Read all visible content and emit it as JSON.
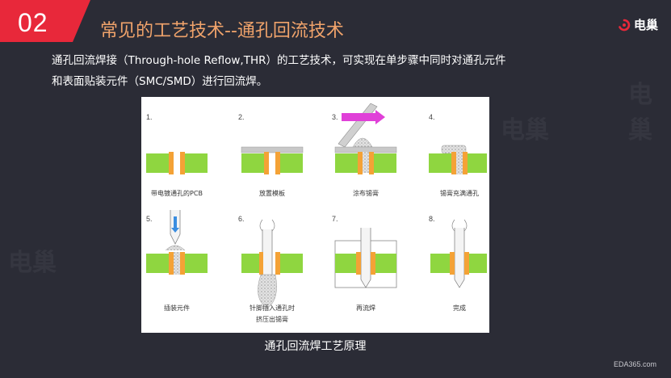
{
  "badge": {
    "number": "02",
    "color": "#e8283a"
  },
  "header": {
    "title": "常见的工艺技术--通孔回流技术",
    "title_color": "#f0a36b"
  },
  "brand": {
    "name": "电巢",
    "icon": "swirl-logo-icon",
    "accent": "#e8283a"
  },
  "intro": {
    "line1": "通孔回流焊接（Through-hole Reflow,THR）的工艺技术，可实现在单步骤中同时对通孔元件",
    "line2": "和表面贴装元件（SMC/SMD）进行回流焊。"
  },
  "figure": {
    "steps": [
      {
        "num": "1.",
        "label": "带电镀通孔的PCB"
      },
      {
        "num": "2.",
        "label": "放置模板"
      },
      {
        "num": "3.",
        "label": "涂布锡膏"
      },
      {
        "num": "4.",
        "label": "锡膏充满通孔"
      },
      {
        "num": "5.",
        "label": "插装元件"
      },
      {
        "num": "6.",
        "label": "针脚插入通孔时",
        "label2": "挤压出锡膏"
      },
      {
        "num": "7.",
        "label": "再流焊"
      },
      {
        "num": "8.",
        "label": "完成"
      }
    ],
    "colors": {
      "board": "#8fd640",
      "pad": "#f4a236",
      "paste": "#d8d8d8",
      "arrow": "#e040d8",
      "blue_arrow": "#3a8de0"
    }
  },
  "caption": "通孔回流焊工艺原理",
  "footer": "EDA365.com"
}
